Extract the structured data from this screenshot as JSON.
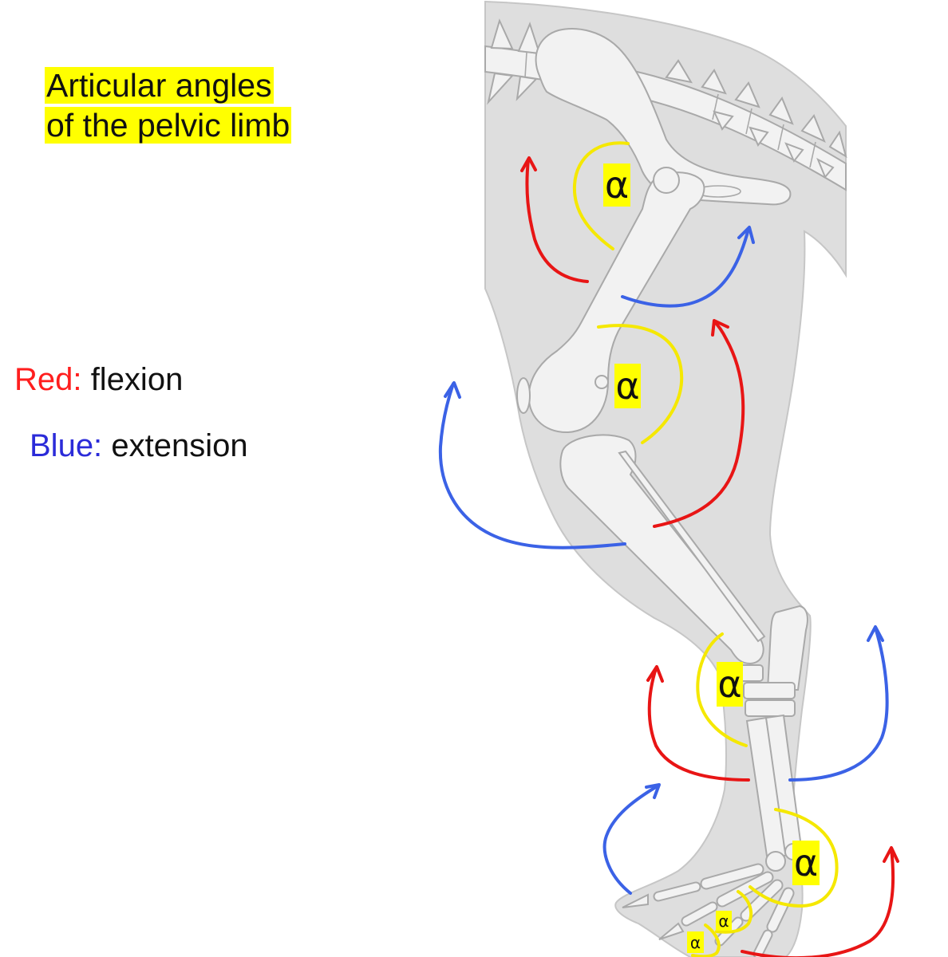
{
  "title": {
    "line1": "Articular angles",
    "line2": "of the pelvic limb"
  },
  "legend": [
    {
      "label": "Red:",
      "text": "flexion",
      "color": "#ff1e1e"
    },
    {
      "label": "Blue:",
      "text": "extension",
      "color": "#2b2bd9"
    }
  ],
  "angle_labels": [
    "α",
    "α",
    "α",
    "α",
    "α",
    "α"
  ],
  "colors": {
    "flexion_arrow": "#e81515",
    "extension_arrow": "#3b62e6",
    "angle_arc": "#f5e800",
    "label_highlight": "#ffff00",
    "limb_silhouette": "#dedede",
    "bone": "#f2f2f2"
  }
}
